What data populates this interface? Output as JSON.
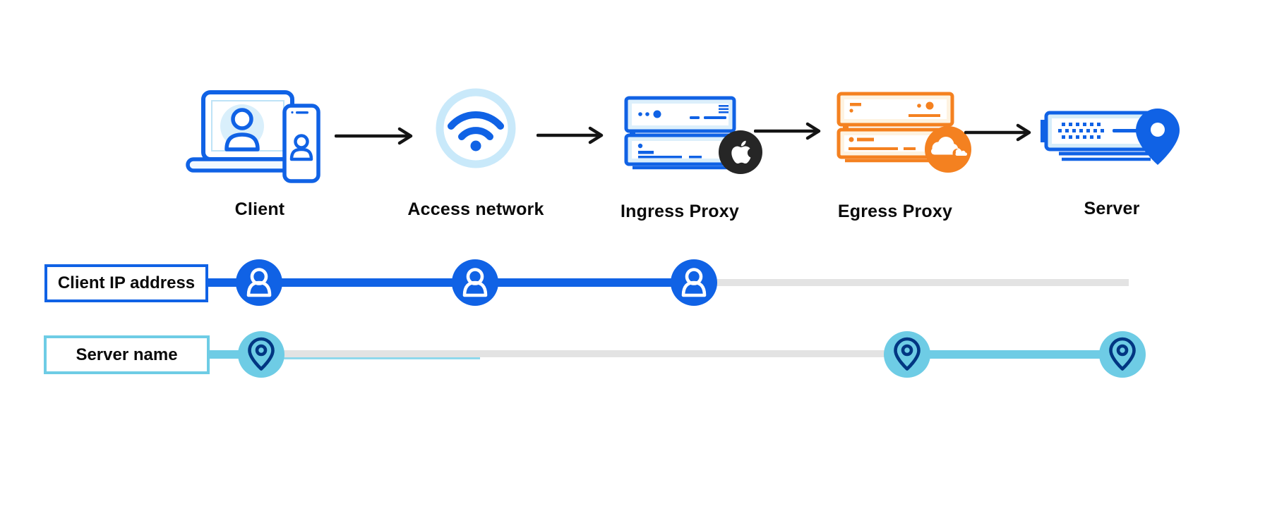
{
  "flow": {
    "nodes": [
      {
        "id": "client",
        "label": "Client",
        "icon": "laptop-phone-user-icon"
      },
      {
        "id": "access-network",
        "label": "Access network",
        "icon": "wifi-icon"
      },
      {
        "id": "ingress-proxy",
        "label": "Ingress Proxy",
        "icon": "server-stack-icon",
        "badge": "apple-logo-badge"
      },
      {
        "id": "egress-proxy",
        "label": "Egress Proxy",
        "icon": "server-stack-icon",
        "badge": "cloudflare-logo-badge"
      },
      {
        "id": "server",
        "label": "Server",
        "icon": "server-location-pin-icon"
      }
    ],
    "arrows": 4
  },
  "tracks": [
    {
      "id": "client-ip-address",
      "label": "Client IP address",
      "marker_icon": "person-icon",
      "marker_count": 3,
      "active_color": "#1062E5"
    },
    {
      "id": "server-name",
      "label": "Server name",
      "marker_icon": "location-pin-icon",
      "marker_count": 3,
      "active_color": "#6ECCE5"
    }
  ],
  "colors": {
    "blue": "#1062E5",
    "light_blue": "#6ECCE5",
    "navy_pin": "#003682",
    "orange": "#F48120",
    "pale_blue_fill": "#D9EFFB",
    "wifi_ring": "#C9E9FA",
    "inactive_gray": "#E3E3E3",
    "arrow_black": "#141414",
    "apple_badge_bg": "#262626",
    "background": "#FFFFFF"
  }
}
